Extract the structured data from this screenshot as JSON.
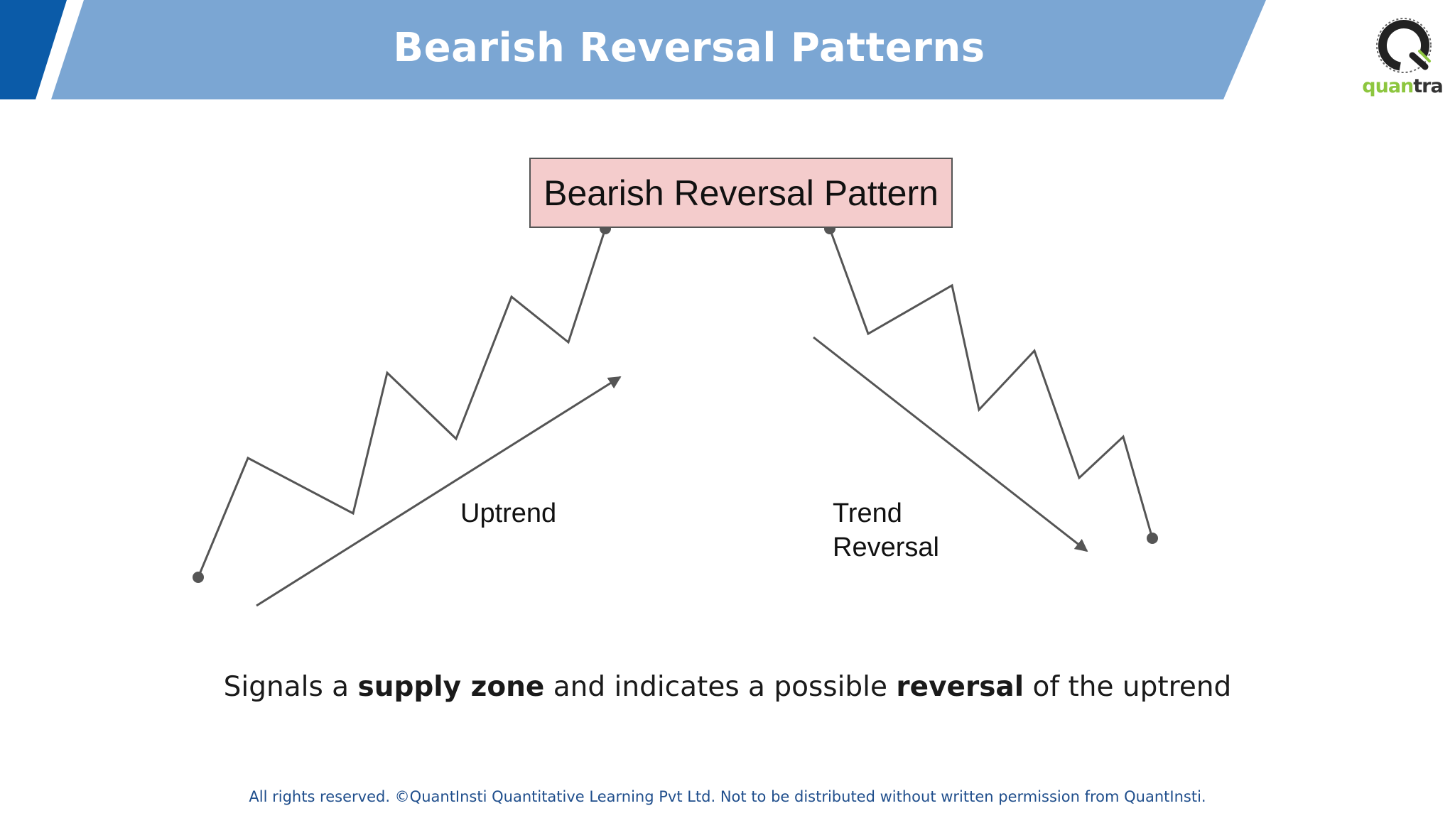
{
  "header": {
    "title": "Bearish Reversal Patterns",
    "accent_color": "#0b5ba8",
    "banner_color": "#7ba6d3"
  },
  "logo": {
    "icon": "quantra-q-logo-icon",
    "word_part1": "quan",
    "word_part2": "tra",
    "colors": {
      "word": "#8dc63f",
      "dark": "#333333"
    }
  },
  "diagram": {
    "pattern_label": "Bearish Reversal Pattern",
    "pattern_box_color": "#f4cccc",
    "uptrend_label": "Uptrend",
    "reversal_label_line1": "Trend",
    "reversal_label_line2": "Reversal",
    "line_color": "#555555"
  },
  "caption": {
    "part1": "Signals a ",
    "bold1": "supply zone",
    "part2": " and indicates a possible ",
    "bold2": "reversal",
    "part3": " of the uptrend"
  },
  "footer": {
    "text": "All rights reserved. ©QuantInsti Quantitative Learning Pvt Ltd. Not to be distributed without written permission from QuantInsti."
  }
}
